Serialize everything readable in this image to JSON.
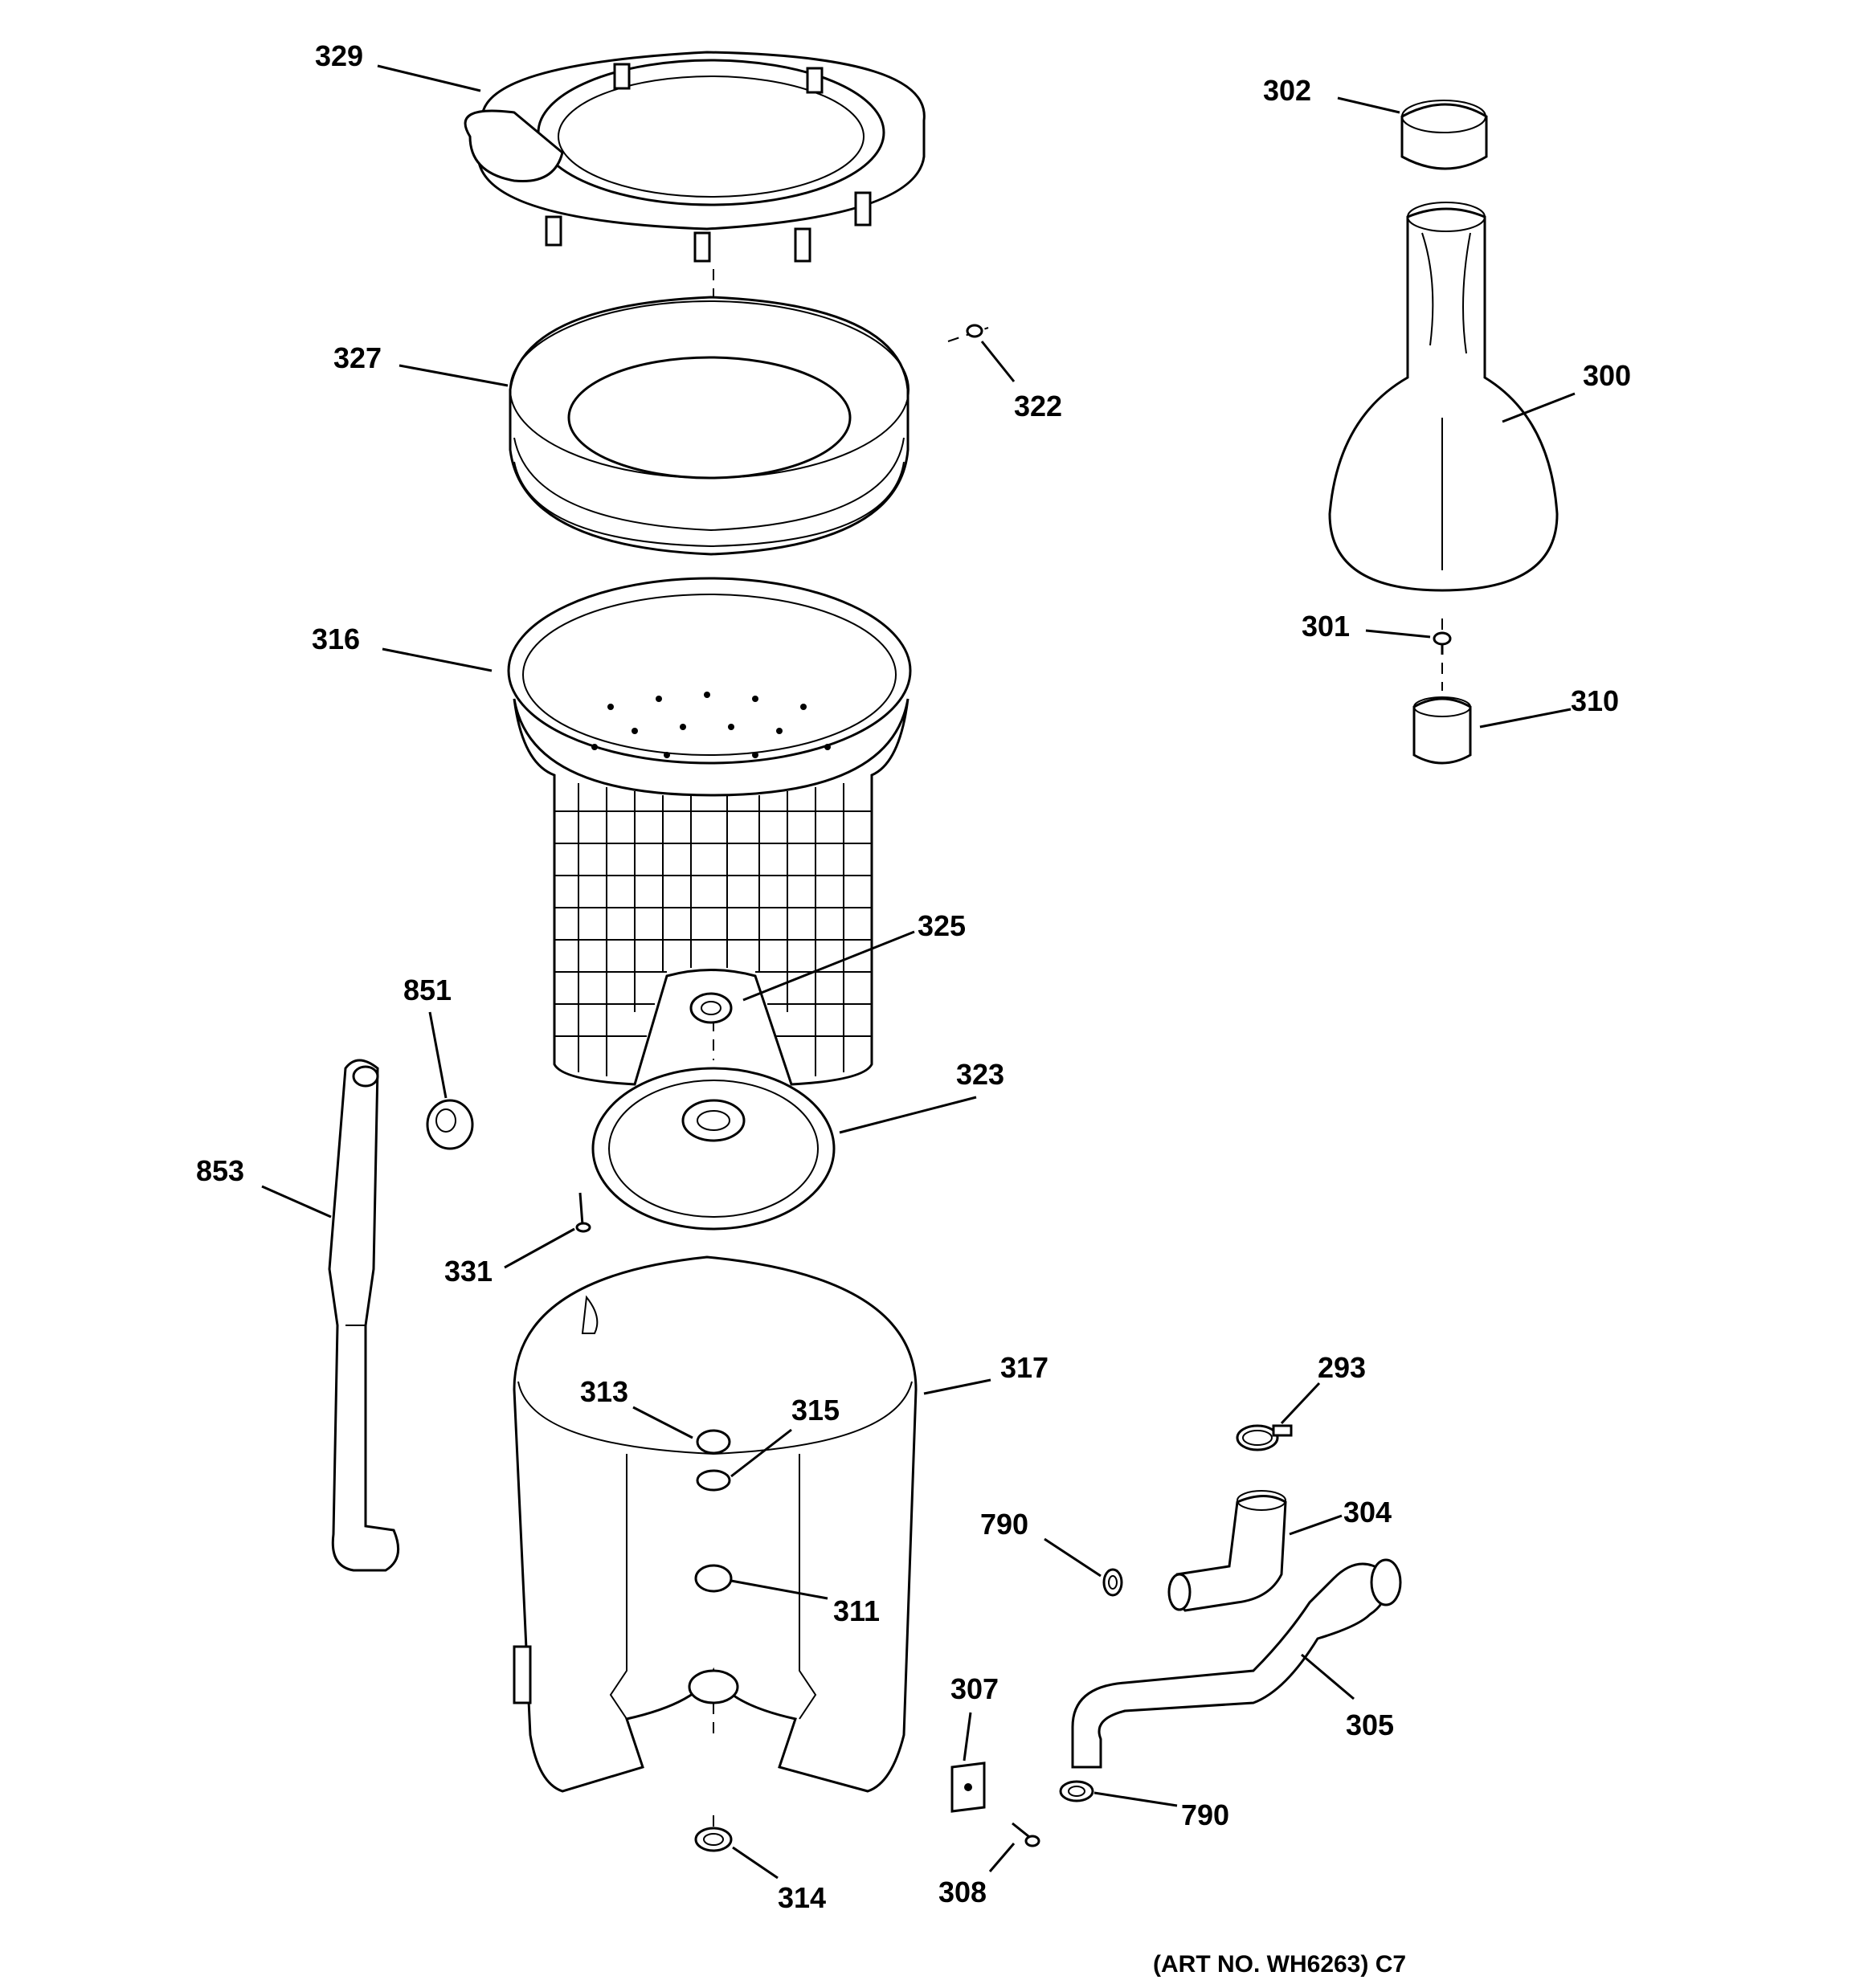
{
  "diagram": {
    "callouts": {
      "c329": "329",
      "c302": "302",
      "c327": "327",
      "c322": "322",
      "c300": "300",
      "c316": "316",
      "c301": "301",
      "c310": "310",
      "c325": "325",
      "c851": "851",
      "c323": "323",
      "c853": "853",
      "c331": "331",
      "c317": "317",
      "c293": "293",
      "c313": "313",
      "c315": "315",
      "c790a": "790",
      "c304": "304",
      "c311": "311",
      "c307": "307",
      "c305": "305",
      "c790b": "790",
      "c308": "308",
      "c314": "314"
    },
    "art_number": "(ART NO. WH6263) C7"
  }
}
